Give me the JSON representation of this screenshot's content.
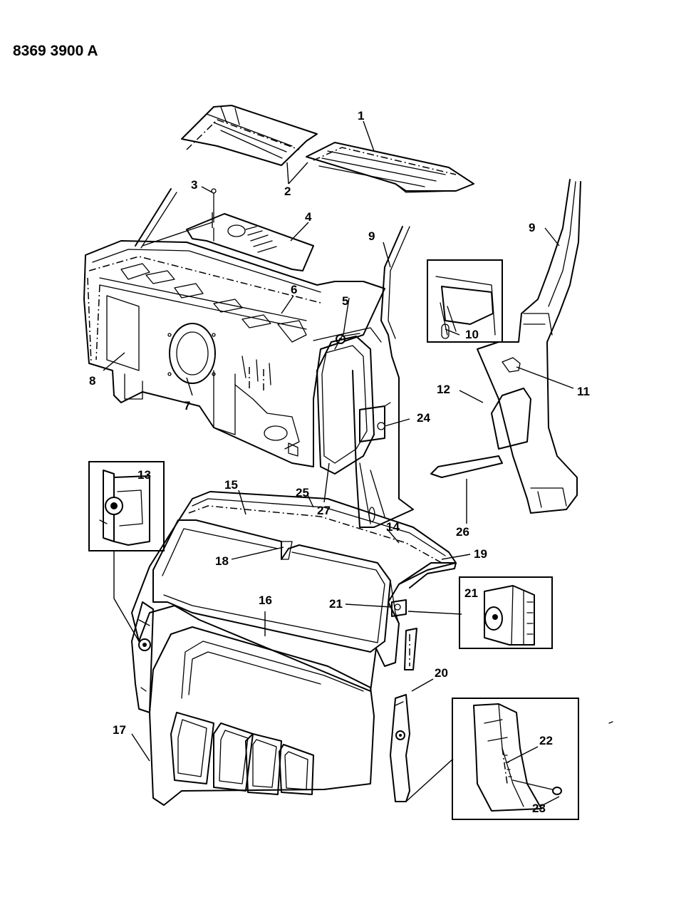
{
  "header": {
    "code": "8369 3900 A"
  },
  "callouts": {
    "c1": "1",
    "c2": "2",
    "c3": "3",
    "c4": "4",
    "c5": "5",
    "c6": "6",
    "c7": "7",
    "c8": "8",
    "c9a": "9",
    "c9b": "9",
    "c10": "10",
    "c11": "11",
    "c12": "12",
    "c13": "13",
    "c14": "14",
    "c15": "15",
    "c16": "16",
    "c17": "17",
    "c18": "18",
    "c19": "19",
    "c20": "20",
    "c21a": "21",
    "c21b": "21",
    "c22": "22",
    "c23": "23",
    "c24": "24",
    "c25": "25",
    "c26": "26",
    "c27": "27"
  }
}
